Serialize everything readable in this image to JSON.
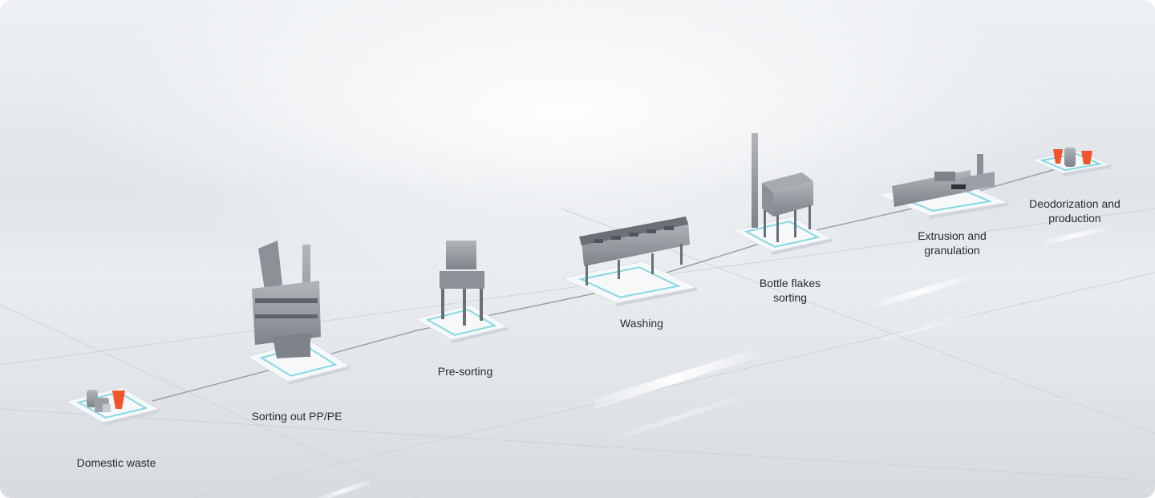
{
  "stages": [
    {
      "id": "domestic-waste",
      "line1": "Domestic waste",
      "line2": ""
    },
    {
      "id": "sorting-pp-pe",
      "line1": "Sorting out PP/PE",
      "line2": ""
    },
    {
      "id": "pre-sorting",
      "line1": "Pre-sorting",
      "line2": ""
    },
    {
      "id": "washing",
      "line1": "Washing",
      "line2": ""
    },
    {
      "id": "bottle-flakes-sorting",
      "line1": "Bottle flakes",
      "line2": "sorting"
    },
    {
      "id": "extrusion-granulation",
      "line1": "Extrusion and",
      "line2": "granulation"
    },
    {
      "id": "deodorization-production",
      "line1": "Deodorization and",
      "line2": "production"
    }
  ],
  "colors": {
    "platform_top": "#f7f8f9",
    "platform_edge": "#cfd4d9",
    "platform_glow": "#6fd3e0",
    "machine": "#8c9197",
    "machine_dark": "#5f646a",
    "accent_orange": "#f0552c",
    "connector": "#9aa0a6"
  }
}
